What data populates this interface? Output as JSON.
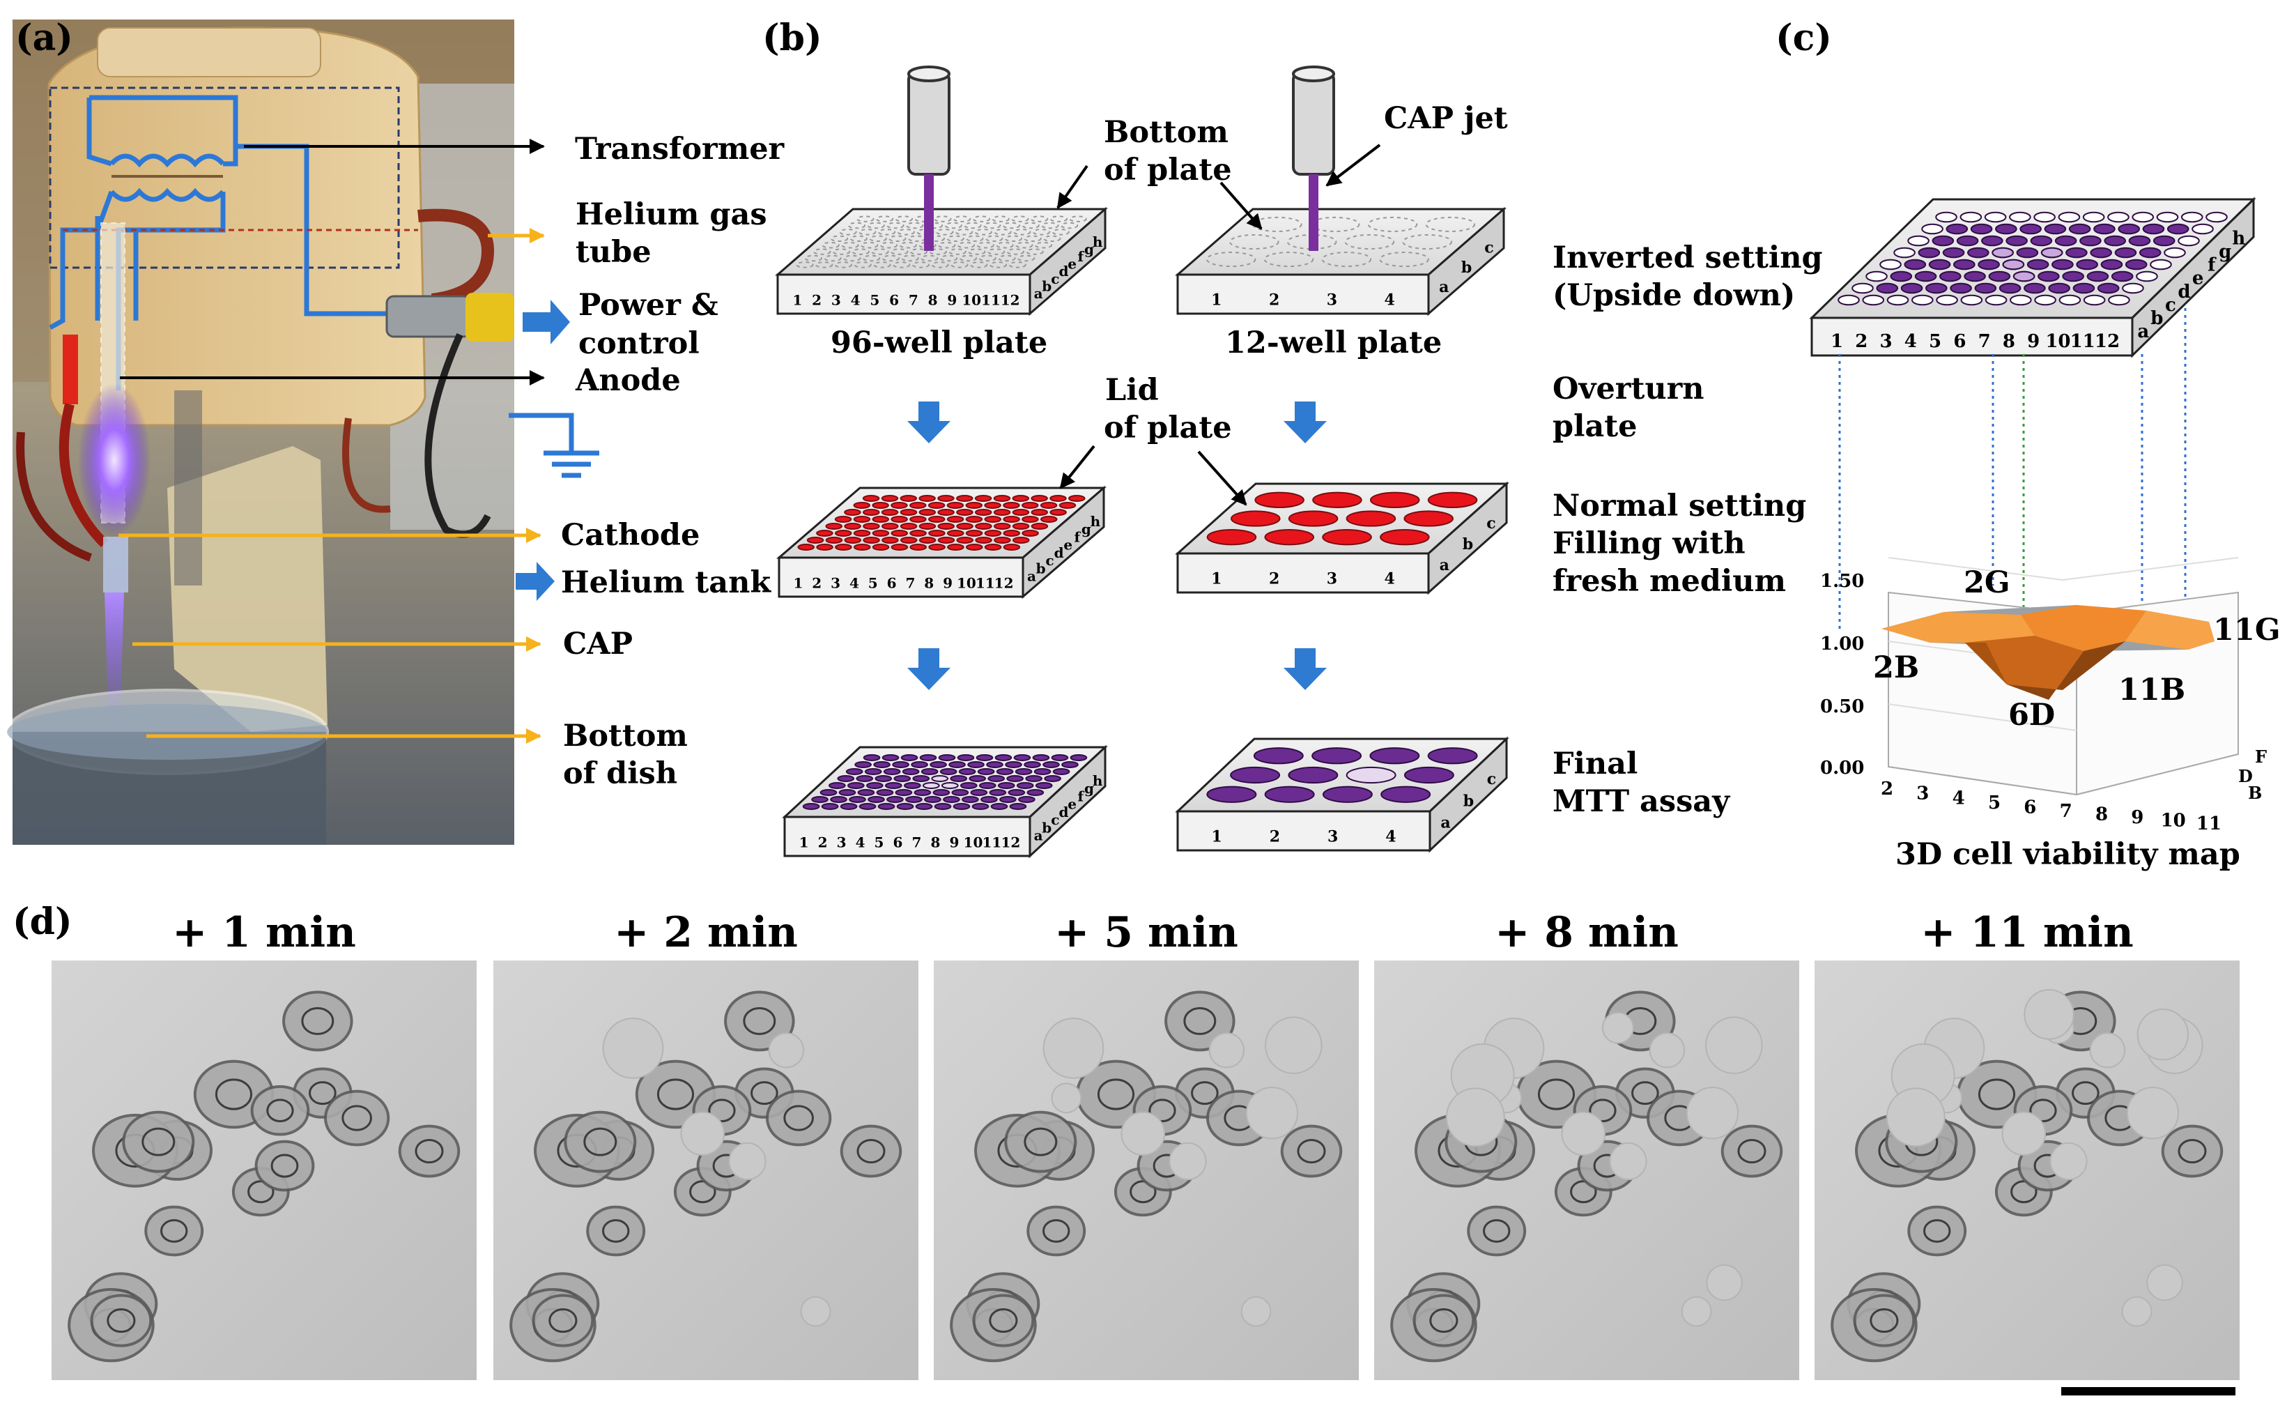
{
  "panels": {
    "a": "(a)",
    "b": "(b)",
    "c": "(c)",
    "d": "(d)"
  },
  "panel_a": {
    "labels": {
      "transformer": "Transformer",
      "helium_gas_1": "Helium gas",
      "helium_gas_2": "tube",
      "power_1": "Power &",
      "power_2": "control",
      "anode": "Anode",
      "cathode": "Cathode",
      "helium_tank": "Helium tank",
      "cap": "CAP",
      "bottom_1": "Bottom",
      "bottom_2": "of dish"
    }
  },
  "panel_b": {
    "plate96": "96-well plate",
    "plate12": "12-well plate",
    "bottom_1": "Bottom",
    "bottom_2": "of plate",
    "cap_jet": "CAP jet",
    "lid_1": "Lid",
    "lid_2": "of plate",
    "cols96": "1 2 3 4 5 6 7 8 9 10 11 12",
    "rows96": "a b c d e f g h",
    "cols12": [
      "1",
      "2",
      "3",
      "4"
    ],
    "rows12": [
      "a",
      "b",
      "c"
    ],
    "steps": {
      "s1_1": "Inverted setting",
      "s1_2": "(Upside down)",
      "s2_1": "Overturn",
      "s2_2": "plate",
      "s3_1": "Normal setting",
      "s3_2": "Filling with",
      "s3_3": "fresh medium",
      "s4_1": "Final",
      "s4_2": "MTT assay"
    },
    "colors": {
      "medium": "#e8141c",
      "mtt": "#6a2c91",
      "mtt_light": "#e6d9ee",
      "jet": "#7b2f9e",
      "arrow": "#2f7bd1"
    }
  },
  "panel_c": {
    "caption": "3D cell viability map",
    "y_ticks": [
      "1.50",
      "1.00",
      "0.50",
      "0.00"
    ],
    "x_ticks": [
      "2",
      "3",
      "4",
      "5",
      "6",
      "7",
      "8",
      "9",
      "10",
      "11"
    ],
    "depth_ticks": [
      "F",
      "D",
      "B"
    ],
    "points": {
      "p2g": "2G",
      "p11g": "11G",
      "p2b": "2B",
      "p11b": "11B",
      "p6d": "6D"
    },
    "plate_cols": "1 2 3 4 5 6 7 8 9 10 11 12",
    "plate_rows": "a b c d e f g h",
    "colors": {
      "surface": "#f08a2c",
      "well": "#6a2c91",
      "well_light": "#c9a8dd"
    }
  },
  "panel_d": {
    "times": [
      "+ 1 min",
      "+ 2 min",
      "+ 5 min",
      "+ 8 min",
      "+ 11 min"
    ]
  }
}
